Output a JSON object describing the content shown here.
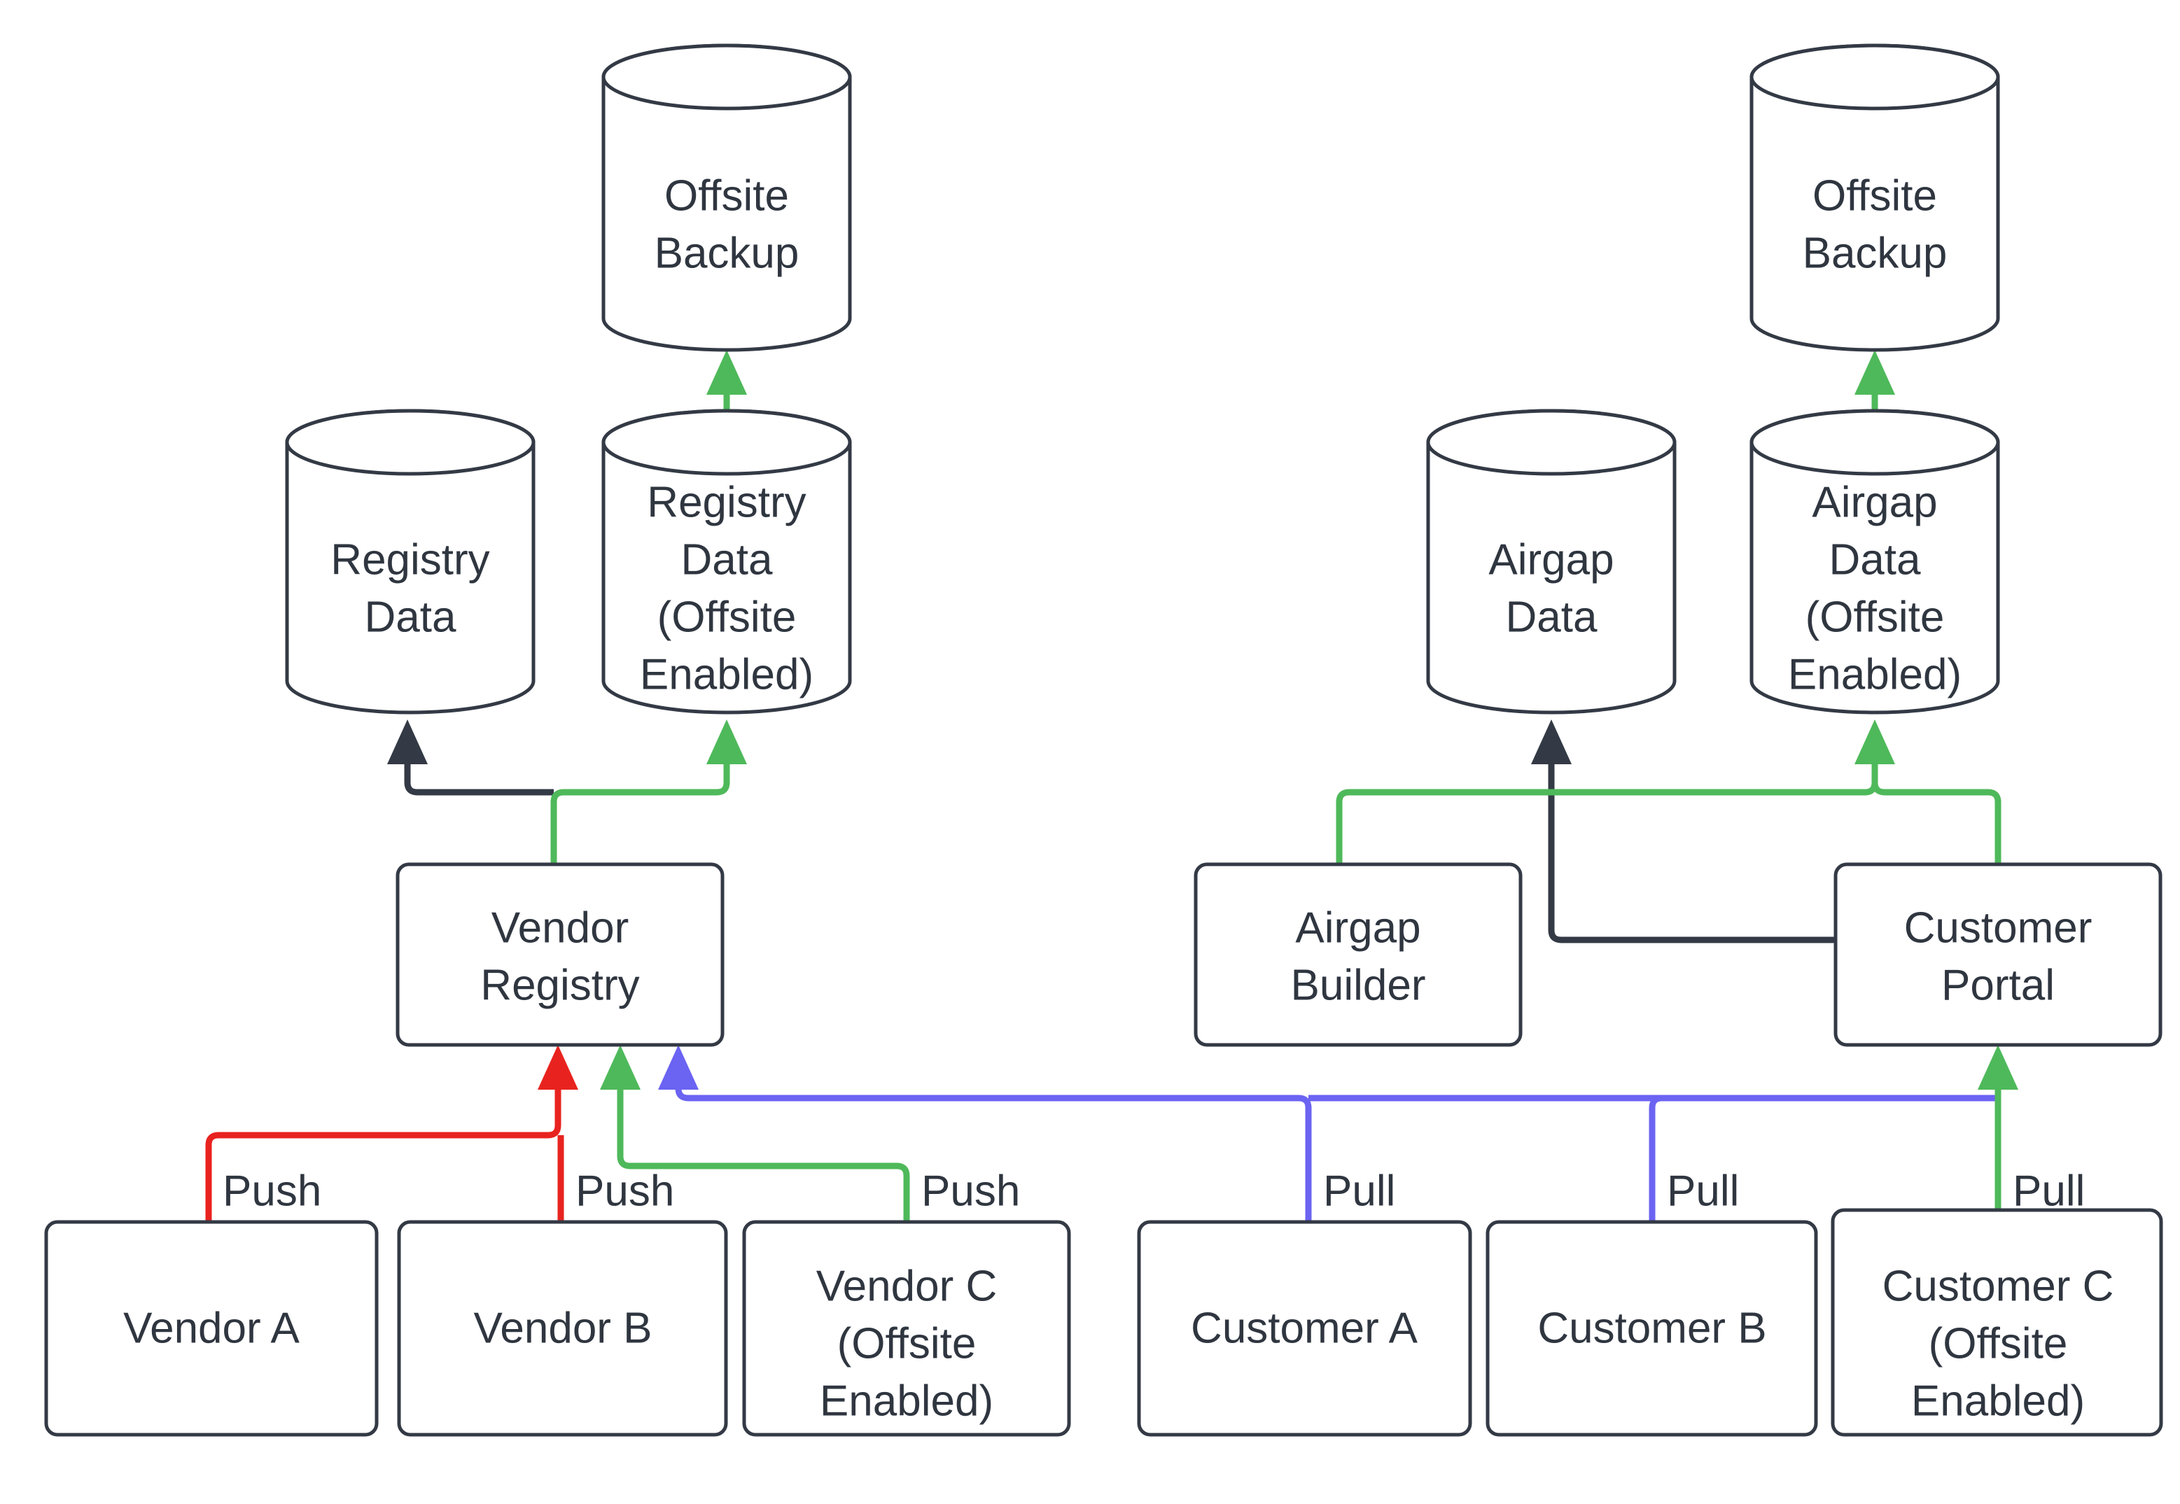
{
  "diagram": {
    "type": "flowchart",
    "background_color": "#ffffff",
    "colors": {
      "node_stroke": "#333a45",
      "node_fill": "#ffffff",
      "text": "#2f3640",
      "edge_dark": "#333a45",
      "edge_green": "#4eb95a",
      "edge_red": "#e8231f",
      "edge_blue": "#6b63f2"
    },
    "nodes": {
      "offsite_backup_left": {
        "label_line1": "Offsite",
        "label_line2": "Backup",
        "shape": "cylinder"
      },
      "offsite_backup_right": {
        "label_line1": "Offsite",
        "label_line2": "Backup",
        "shape": "cylinder"
      },
      "registry_data": {
        "label_line1": "Registry",
        "label_line2": "Data",
        "shape": "cylinder"
      },
      "registry_data_offsite": {
        "label_line1": "Registry",
        "label_line2": "Data",
        "label_line3": "(Offsite",
        "label_line4": "Enabled)",
        "shape": "cylinder"
      },
      "airgap_data": {
        "label_line1": "Airgap",
        "label_line2": "Data",
        "shape": "cylinder"
      },
      "airgap_data_offsite": {
        "label_line1": "Airgap",
        "label_line2": "Data",
        "label_line3": "(Offsite",
        "label_line4": "Enabled)",
        "shape": "cylinder"
      },
      "vendor_registry": {
        "label_line1": "Vendor",
        "label_line2": "Registry",
        "shape": "rounded-rect"
      },
      "airgap_builder": {
        "label_line1": "Airgap",
        "label_line2": "Builder",
        "shape": "rounded-rect"
      },
      "customer_portal": {
        "label_line1": "Customer",
        "label_line2": "Portal",
        "shape": "rounded-rect"
      },
      "vendor_a": {
        "label_line1": "Vendor A",
        "shape": "rounded-rect"
      },
      "vendor_b": {
        "label_line1": "Vendor B",
        "shape": "rounded-rect"
      },
      "vendor_c": {
        "label_line1": "Vendor C",
        "label_line2": "(Offsite",
        "label_line3": "Enabled)",
        "shape": "rounded-rect"
      },
      "customer_a": {
        "label_line1": "Customer A",
        "shape": "rounded-rect"
      },
      "customer_b": {
        "label_line1": "Customer B",
        "shape": "rounded-rect"
      },
      "customer_c": {
        "label_line1": "Customer C",
        "label_line2": "(Offsite",
        "label_line3": "Enabled)",
        "shape": "rounded-rect"
      }
    },
    "edge_labels": {
      "vendor_a_push": "Push",
      "vendor_b_push": "Push",
      "vendor_c_push": "Push",
      "customer_a_pull": "Pull",
      "customer_b_pull": "Pull",
      "customer_c_pull": "Pull"
    },
    "edges": [
      {
        "from": "vendor_a",
        "to": "vendor_registry",
        "label": "Push",
        "color": "#e8231f"
      },
      {
        "from": "vendor_b",
        "to": "vendor_registry",
        "label": "Push",
        "color": "#e8231f"
      },
      {
        "from": "vendor_c",
        "to": "vendor_registry",
        "label": "Push",
        "color": "#4eb95a"
      },
      {
        "from": "customer_a",
        "to": "customer_portal",
        "label": "Pull",
        "color": "#6b63f2"
      },
      {
        "from": "customer_b",
        "to": "customer_portal",
        "label": "Pull",
        "color": "#6b63f2"
      },
      {
        "from": "customer_c",
        "to": "customer_portal",
        "label": "Pull",
        "color": "#4eb95a"
      },
      {
        "from": "customer_a",
        "to": "vendor_registry",
        "label": "",
        "color": "#6b63f2"
      },
      {
        "from": "vendor_registry",
        "to": "registry_data",
        "label": "",
        "color": "#333a45"
      },
      {
        "from": "vendor_registry",
        "to": "registry_data_offsite",
        "label": "",
        "color": "#4eb95a"
      },
      {
        "from": "registry_data_offsite",
        "to": "offsite_backup_left",
        "label": "",
        "color": "#4eb95a"
      },
      {
        "from": "customer_portal",
        "to": "airgap_data",
        "label": "",
        "color": "#333a45"
      },
      {
        "from": "airgap_builder",
        "to": "airgap_data_offsite",
        "label": "",
        "color": "#4eb95a"
      },
      {
        "from": "customer_portal",
        "to": "airgap_data_offsite",
        "label": "",
        "color": "#4eb95a"
      },
      {
        "from": "airgap_data_offsite",
        "to": "offsite_backup_right",
        "label": "",
        "color": "#4eb95a"
      }
    ]
  }
}
